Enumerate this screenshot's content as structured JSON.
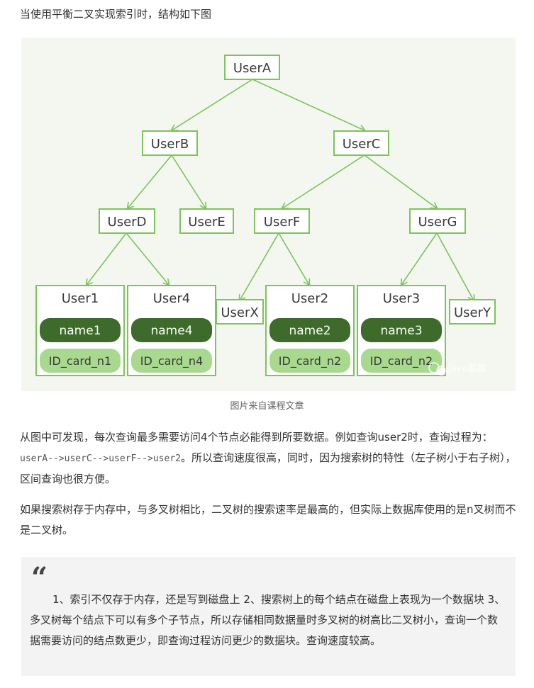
{
  "intro": "当使用平衡二叉实现索引时，结构如下图",
  "diagram": {
    "nodes": {
      "a": "UserA",
      "b": "UserB",
      "c": "UserC",
      "d": "UserD",
      "e": "UserE",
      "f": "UserF",
      "g": "UserG",
      "x": "UserX",
      "y": "UserY",
      "u1": "User1",
      "u4": "User4",
      "u2": "User2",
      "u3": "User3"
    },
    "names": {
      "u1": "name1",
      "u4": "name4",
      "u2": "name2",
      "u3": "name3"
    },
    "ids": {
      "u1": "ID_card_n1",
      "u4": "ID_card_n4",
      "u2": "ID_card_n2",
      "u3": "ID_card_n2"
    },
    "watermark": "Java基基",
    "colors": {
      "border": "#7dc45a",
      "pill_dark": "#3e6b2c",
      "pill_light": "#a9d98e",
      "background": "#f3f7f0"
    }
  },
  "caption": "图片来自课程文章",
  "para1": {
    "before": "从图中可发现，每次查询最多需要访问4个节点必能得到所要数据。例如查询user2时，查询过程为：",
    "code": "userA-->userC-->userF-->user2",
    "after": "。所以查询速度很高，同时，因为搜索树的特性（左子树小于右子树），区间查询也很方便。"
  },
  "para2": "如果搜索树存于内存中，与多叉树相比，二叉树的搜索速率是最高的，但实际上数据库使用的是n叉树而不是二叉树。",
  "quote": {
    "mark": "“",
    "text": "1、索引不仅存于内存，还是写到磁盘上 2、搜索树上的每个结点在磁盘上表现为一个数据块 3、多叉树每个结点下可以有多个子节点，所以存储相同数据量时多叉树的树高比二叉树小，查询一个数据需要访问的结点数更少，即查询过程访问更少的数据块。查询速度较高。"
  }
}
